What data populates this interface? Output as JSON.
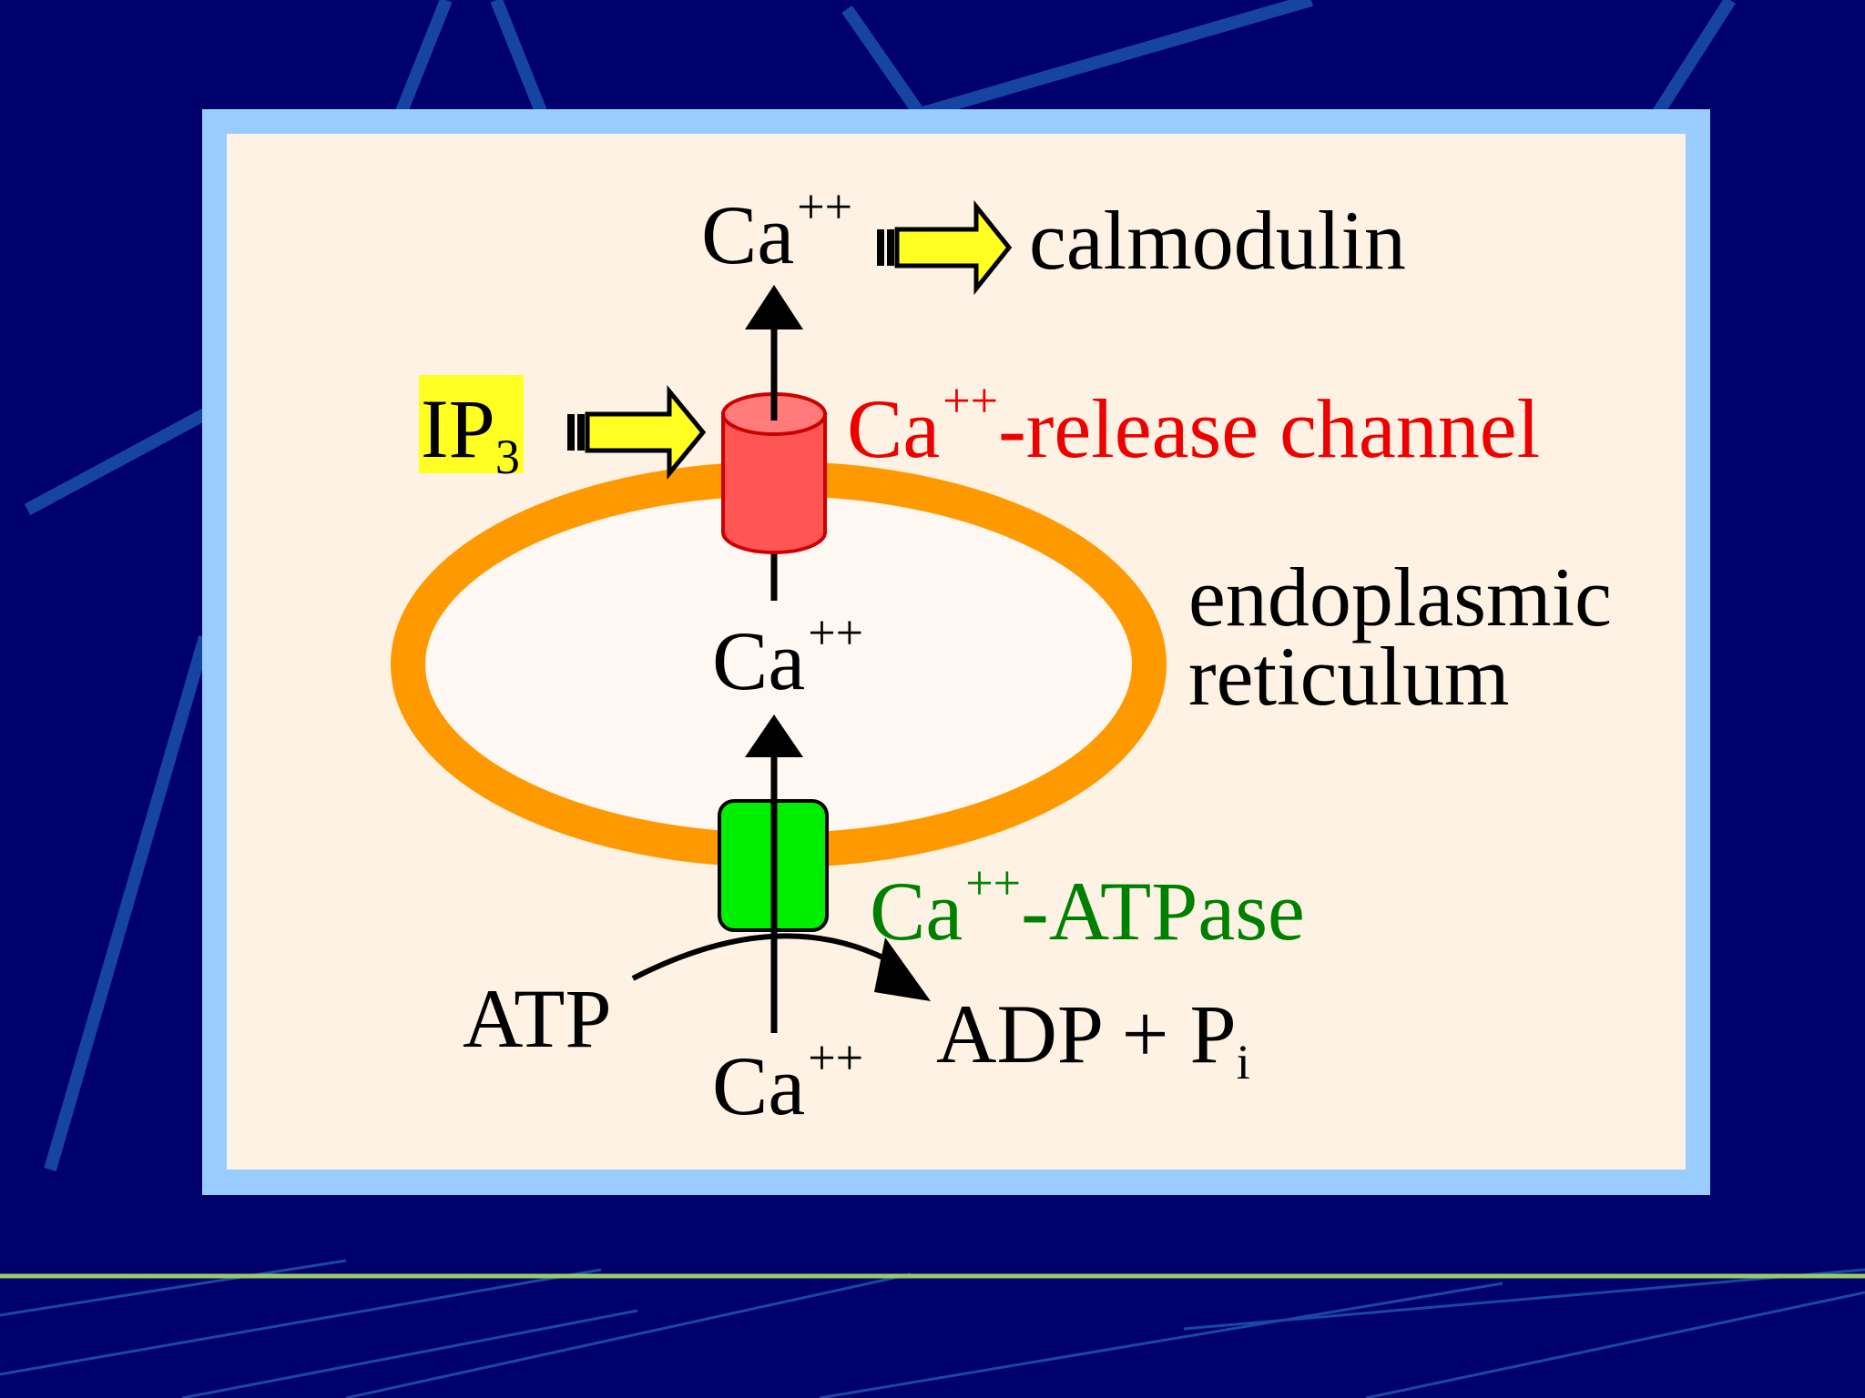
{
  "colors": {
    "background": "#00006b",
    "frame": "#99ccff",
    "panel": "#fdf2e3",
    "membrane": "#ff9900",
    "channel": "#ff5555",
    "atpase": "#00ee00",
    "arrow_fill": "#ffff22",
    "ip3_highlight": "#ffff22",
    "red_text": "#ee0000",
    "green_text": "#008000"
  },
  "labels": {
    "ca": "Ca",
    "charge": "++",
    "calmodulin": "calmodulin",
    "ip3_base": "IP",
    "ip3_sub": "3",
    "release_channel": "-release channel",
    "endoplasmic": "endoplasmic",
    "reticulum": "reticulum",
    "atpase": "-ATPase",
    "atp": "ATP",
    "adp": "ADP + P",
    "adp_sub": "i"
  }
}
